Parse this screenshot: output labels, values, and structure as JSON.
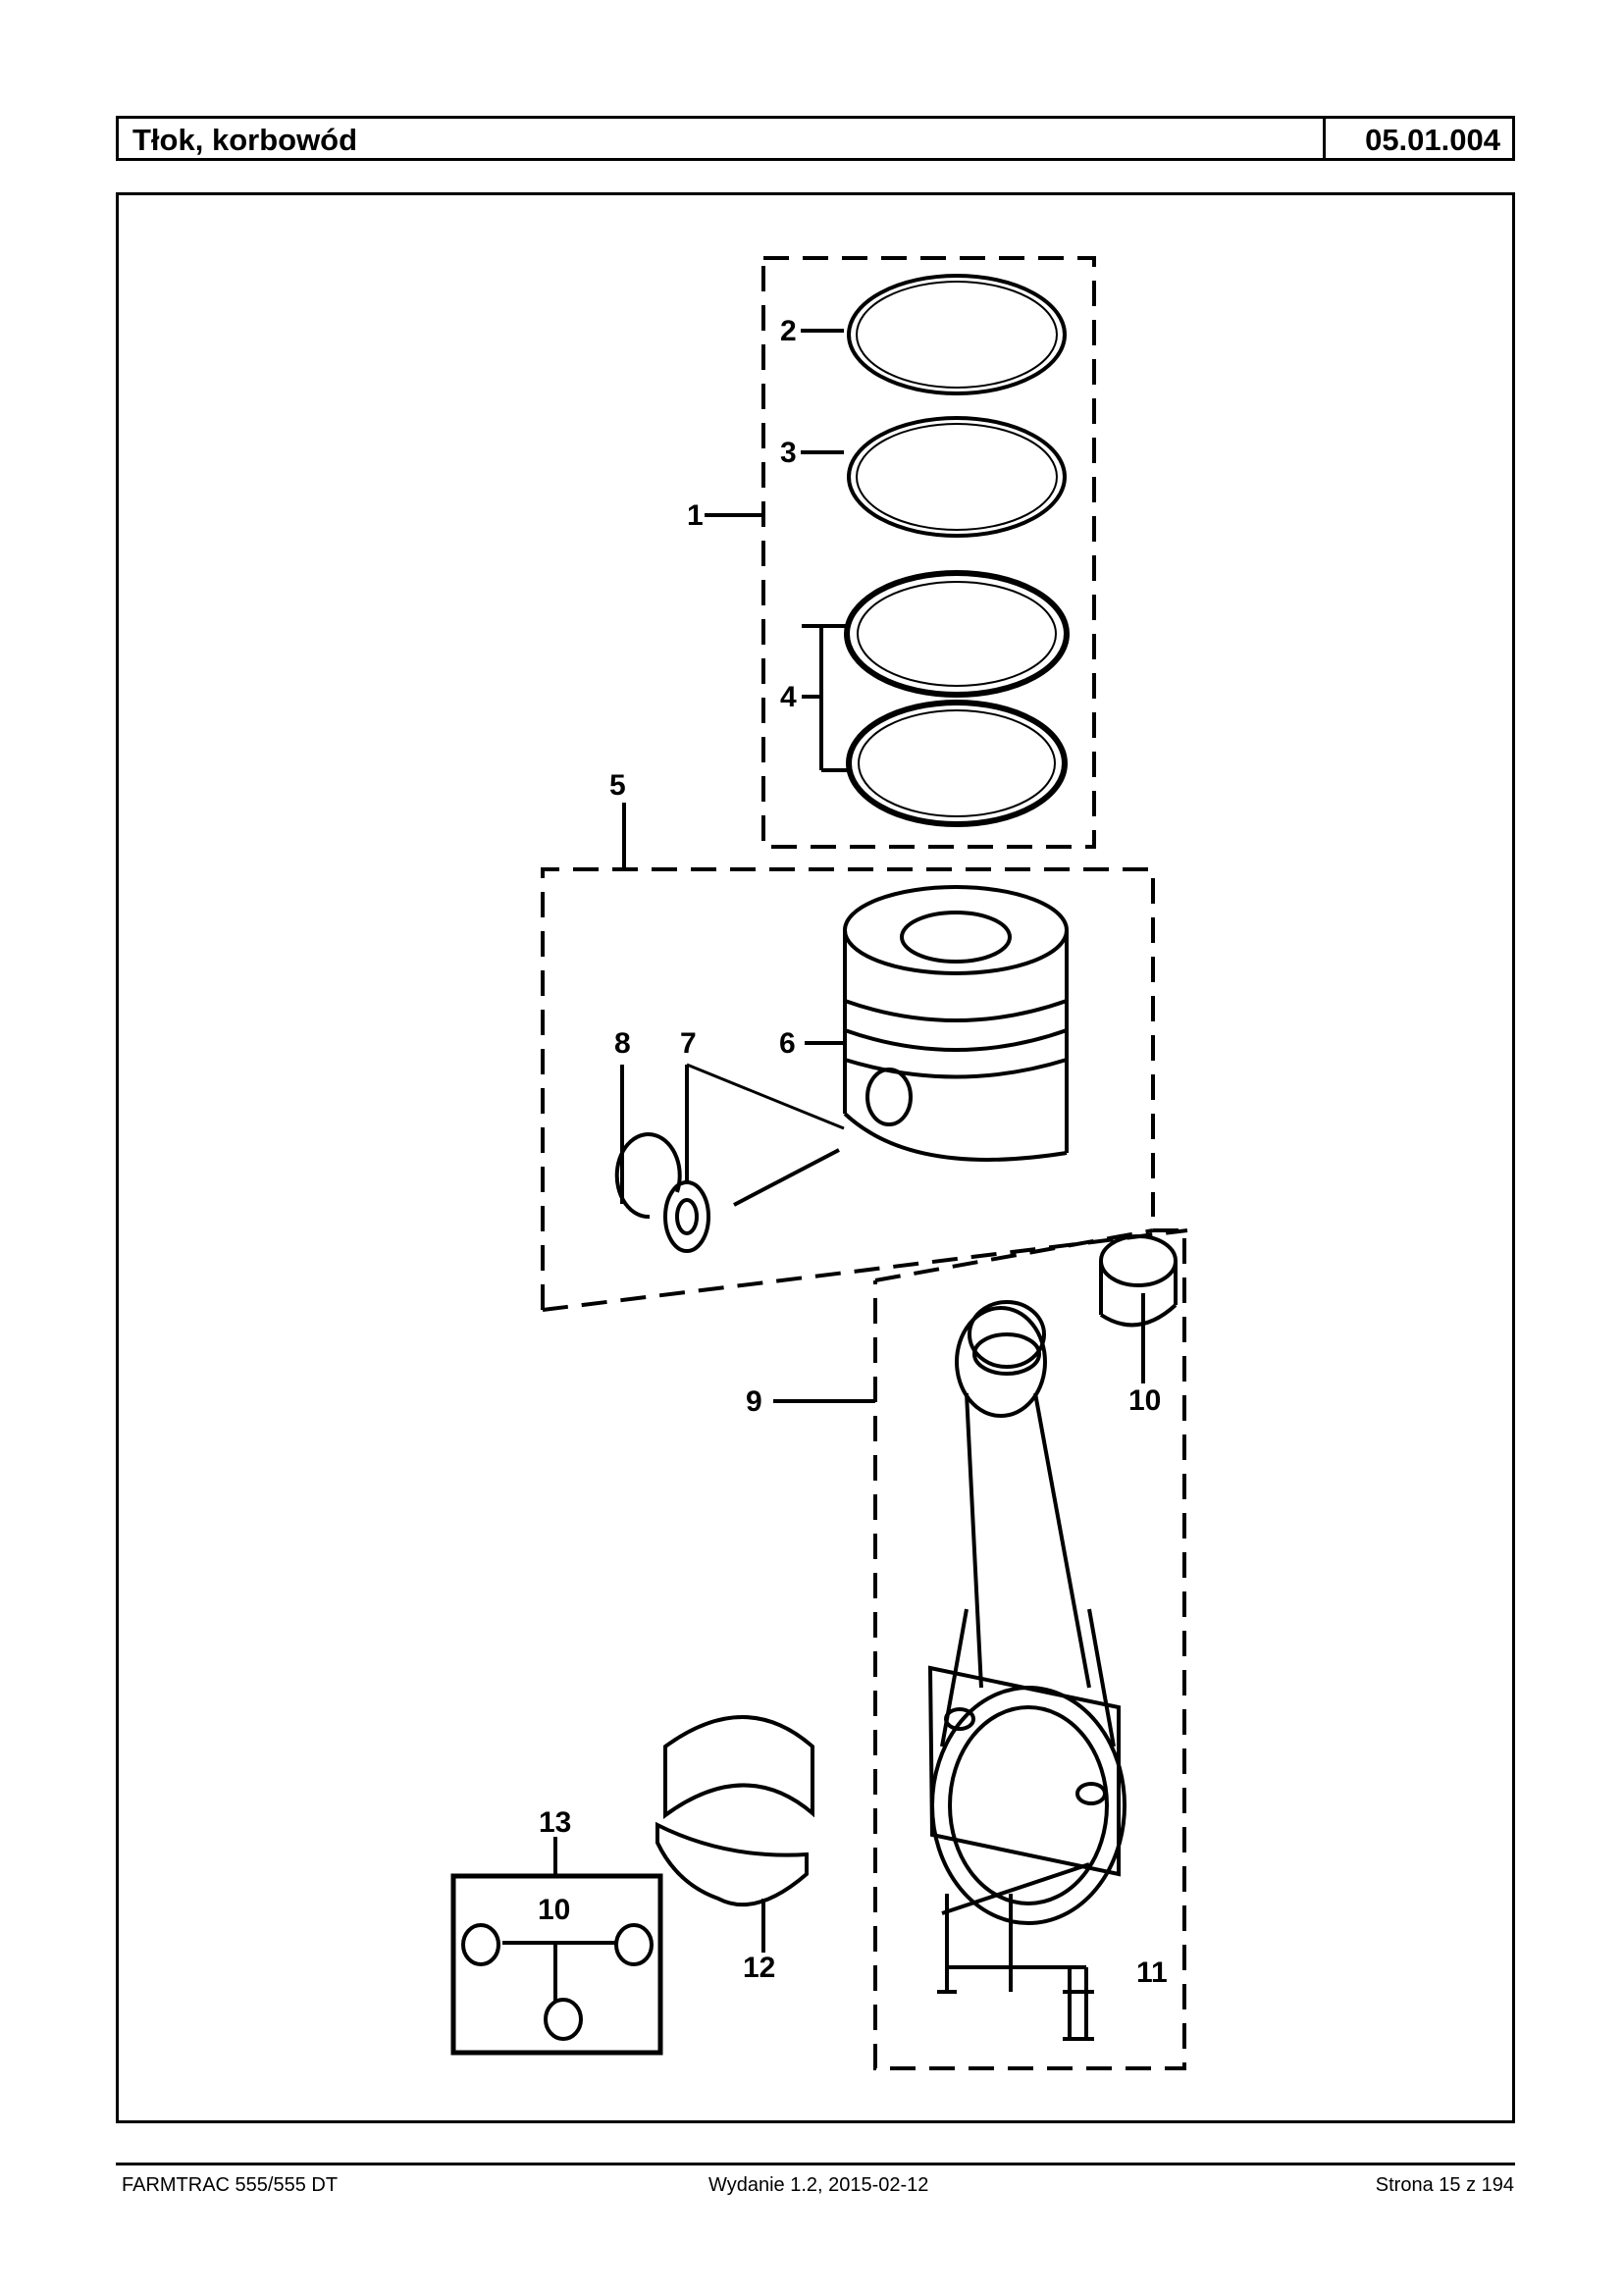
{
  "header": {
    "title": "Tłok, korbowód",
    "code": "05.01.004"
  },
  "callouts": [
    "1",
    "2",
    "3",
    "4",
    "5",
    "6",
    "7",
    "8",
    "9",
    "10",
    "11",
    "12",
    "13",
    "10"
  ],
  "footer": {
    "left": "FARMTRAC 555/555 DT",
    "center": "Wydanie 1.2,  2015-02-12",
    "right": "Strona 15 z 194"
  }
}
